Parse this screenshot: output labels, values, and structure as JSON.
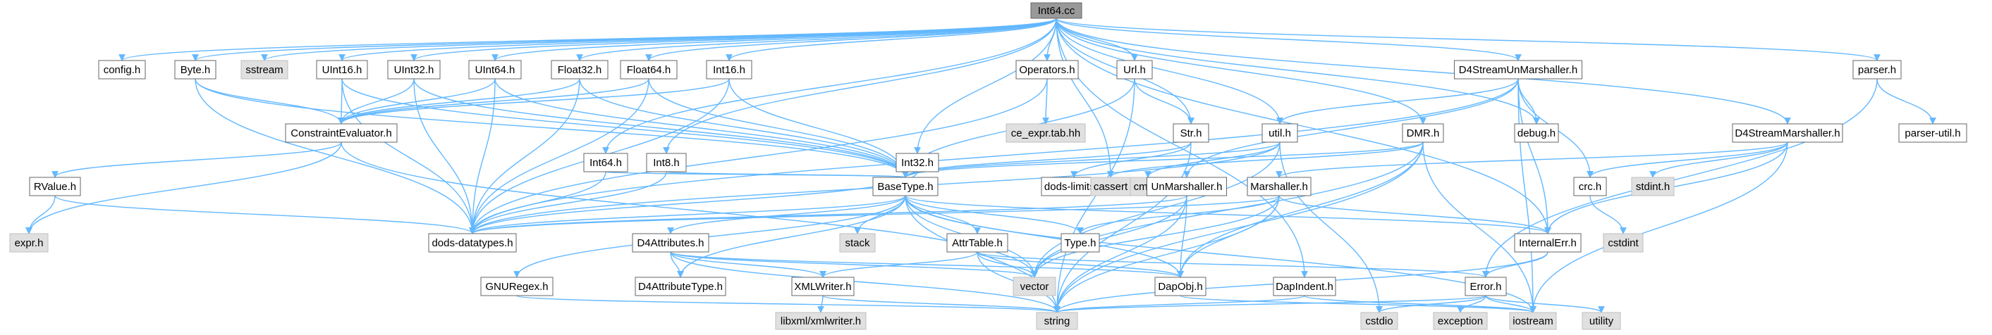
{
  "title": "Int64.cc",
  "colors": {
    "edge": "#63b8ff",
    "node_border": "#666666",
    "node_fill": "#ffffff",
    "system_fill": "#e0e0e0",
    "root_fill": "#999999"
  },
  "nodes": {
    "Int64.cc": "Int64.cc",
    "config.h": "config.h",
    "Byte.h": "Byte.h",
    "sstream": "sstream",
    "UInt16.h": "UInt16.h",
    "UInt32.h": "UInt32.h",
    "UInt64.h": "UInt64.h",
    "Float32.h": "Float32.h",
    "Float64.h": "Float64.h",
    "Int16.h": "Int16.h",
    "Operators.h": "Operators.h",
    "Url.h": "Url.h",
    "D4StreamUnMarshaller.h": "D4StreamUnMarshaller.h",
    "parser.h": "parser.h",
    "ConstraintEvaluator.h": "ConstraintEvaluator.h",
    "Int64.h": "Int64.h",
    "Int8.h": "Int8.h",
    "Int32.h": "Int32.h",
    "ce_expr.tab.hh": "ce_expr.tab.hh",
    "Str.h": "Str.h",
    "util.h": "util.h",
    "DMR.h": "DMR.h",
    "debug.h": "debug.h",
    "D4StreamMarshaller.h": "D4StreamMarshaller.h",
    "parser-util.h": "parser-util.h",
    "RValue.h": "RValue.h",
    "BaseType.h": "BaseType.h",
    "dods-limits.h": "dods-limits.h",
    "cmath": "cmath",
    "cassert": "cassert",
    "UnMarshaller.h": "UnMarshaller.h",
    "Marshaller.h": "Marshaller.h",
    "crc.h": "crc.h",
    "stdint.h": "stdint.h",
    "expr.h": "expr.h",
    "dods-datatypes.h": "dods-datatypes.h",
    "stack": "stack",
    "Type.h": "Type.h",
    "InternalErr.h": "InternalErr.h",
    "cstdint": "cstdint",
    "GNURegex.h": "GNURegex.h",
    "D4Attributes.h": "D4Attributes.h",
    "AttrTable.h": "AttrTable.h",
    "D4AttributeType.h": "D4AttributeType.h",
    "XMLWriter.h": "XMLWriter.h",
    "vector": "vector",
    "DapObj.h": "DapObj.h",
    "DapIndent.h": "DapIndent.h",
    "Error.h": "Error.h",
    "libxml/xmlwriter.h": "libxml/xmlwriter.h",
    "string": "string",
    "cstdio": "cstdio",
    "exception": "exception",
    "iostream": "iostream",
    "utility": "utility"
  },
  "edges": [
    [
      "Int64.cc",
      "config.h"
    ],
    [
      "Int64.cc",
      "Byte.h"
    ],
    [
      "Int64.cc",
      "sstream"
    ],
    [
      "Int64.cc",
      "UInt16.h"
    ],
    [
      "Int64.cc",
      "UInt32.h"
    ],
    [
      "Int64.cc",
      "UInt64.h"
    ],
    [
      "Int64.cc",
      "Float32.h"
    ],
    [
      "Int64.cc",
      "Float64.h"
    ],
    [
      "Int64.cc",
      "Int16.h"
    ],
    [
      "Int64.cc",
      "Operators.h"
    ],
    [
      "Int64.cc",
      "Url.h"
    ],
    [
      "Int64.cc",
      "D4StreamUnMarshaller.h"
    ],
    [
      "Int64.cc",
      "parser.h"
    ],
    [
      "Int64.cc",
      "Int64.h"
    ],
    [
      "Int64.cc",
      "Int8.h"
    ],
    [
      "Int64.cc",
      "Int32.h"
    ],
    [
      "Int64.cc",
      "Str.h"
    ],
    [
      "Int64.cc",
      "util.h"
    ],
    [
      "Int64.cc",
      "DMR.h"
    ],
    [
      "Int64.cc",
      "debug.h"
    ],
    [
      "Int64.cc",
      "D4StreamMarshaller.h"
    ],
    [
      "Int64.cc",
      "cassert"
    ],
    [
      "Int64.cc",
      "InternalErr.h"
    ],
    [
      "Int64.cc",
      "DapIndent.h"
    ],
    [
      "Byte.h",
      "ConstraintEvaluator.h"
    ],
    [
      "Byte.h",
      "BaseType.h"
    ],
    [
      "Byte.h",
      "dods-datatypes.h"
    ],
    [
      "UInt16.h",
      "ConstraintEvaluator.h"
    ],
    [
      "UInt16.h",
      "BaseType.h"
    ],
    [
      "UInt16.h",
      "dods-datatypes.h"
    ],
    [
      "UInt32.h",
      "ConstraintEvaluator.h"
    ],
    [
      "UInt32.h",
      "BaseType.h"
    ],
    [
      "UInt32.h",
      "dods-datatypes.h"
    ],
    [
      "UInt64.h",
      "ConstraintEvaluator.h"
    ],
    [
      "UInt64.h",
      "BaseType.h"
    ],
    [
      "UInt64.h",
      "dods-datatypes.h"
    ],
    [
      "Float32.h",
      "ConstraintEvaluator.h"
    ],
    [
      "Float32.h",
      "BaseType.h"
    ],
    [
      "Float32.h",
      "dods-datatypes.h"
    ],
    [
      "Float64.h",
      "ConstraintEvaluator.h"
    ],
    [
      "Float64.h",
      "BaseType.h"
    ],
    [
      "Float64.h",
      "dods-datatypes.h"
    ],
    [
      "Int16.h",
      "ConstraintEvaluator.h"
    ],
    [
      "Int16.h",
      "BaseType.h"
    ],
    [
      "Int16.h",
      "dods-datatypes.h"
    ],
    [
      "Operators.h",
      "ce_expr.tab.hh"
    ],
    [
      "Operators.h",
      "dods-datatypes.h"
    ],
    [
      "Url.h",
      "Str.h"
    ],
    [
      "Url.h",
      "BaseType.h"
    ],
    [
      "Url.h",
      "string"
    ],
    [
      "D4StreamUnMarshaller.h",
      "util.h"
    ],
    [
      "D4StreamUnMarshaller.h",
      "debug.h"
    ],
    [
      "D4StreamUnMarshaller.h",
      "UnMarshaller.h"
    ],
    [
      "D4StreamUnMarshaller.h",
      "crc.h"
    ],
    [
      "D4StreamUnMarshaller.h",
      "InternalErr.h"
    ],
    [
      "D4StreamUnMarshaller.h",
      "dods-datatypes.h"
    ],
    [
      "D4StreamUnMarshaller.h",
      "iostream"
    ],
    [
      "parser.h",
      "parser-util.h"
    ],
    [
      "parser.h",
      "Error.h"
    ],
    [
      "ConstraintEvaluator.h",
      "RValue.h"
    ],
    [
      "ConstraintEvaluator.h",
      "expr.h"
    ],
    [
      "ConstraintEvaluator.h",
      "vector"
    ],
    [
      "Int64.h",
      "BaseType.h"
    ],
    [
      "Int64.h",
      "dods-datatypes.h"
    ],
    [
      "Int8.h",
      "BaseType.h"
    ],
    [
      "Int8.h",
      "dods-datatypes.h"
    ],
    [
      "Int32.h",
      "BaseType.h"
    ],
    [
      "Int32.h",
      "dods-datatypes.h"
    ],
    [
      "Str.h",
      "BaseType.h"
    ],
    [
      "Str.h",
      "dods-limits.h"
    ],
    [
      "Str.h",
      "string"
    ],
    [
      "util.h",
      "BaseType.h"
    ],
    [
      "util.h",
      "cmath"
    ],
    [
      "util.h",
      "dods-datatypes.h"
    ],
    [
      "util.h",
      "vector"
    ],
    [
      "util.h",
      "cstdio"
    ],
    [
      "DMR.h",
      "BaseType.h"
    ],
    [
      "DMR.h",
      "DapObj.h"
    ],
    [
      "DMR.h",
      "vector"
    ],
    [
      "DMR.h",
      "cassert"
    ],
    [
      "DMR.h",
      "string"
    ],
    [
      "DMR.h",
      "iostream"
    ],
    [
      "D4StreamMarshaller.h",
      "Marshaller.h"
    ],
    [
      "D4StreamMarshaller.h",
      "crc.h"
    ],
    [
      "D4StreamMarshaller.h",
      "stdint.h"
    ],
    [
      "D4StreamMarshaller.h",
      "InternalErr.h"
    ],
    [
      "D4StreamMarshaller.h",
      "iostream"
    ],
    [
      "RValue.h",
      "expr.h"
    ],
    [
      "RValue.h",
      "dods-datatypes.h"
    ],
    [
      "BaseType.h",
      "dods-datatypes.h"
    ],
    [
      "BaseType.h",
      "stack"
    ],
    [
      "BaseType.h",
      "Type.h"
    ],
    [
      "BaseType.h",
      "InternalErr.h"
    ],
    [
      "BaseType.h",
      "GNURegex.h"
    ],
    [
      "BaseType.h",
      "D4Attributes.h"
    ],
    [
      "BaseType.h",
      "AttrTable.h"
    ],
    [
      "BaseType.h",
      "D4AttributeType.h"
    ],
    [
      "BaseType.h",
      "vector"
    ],
    [
      "BaseType.h",
      "DapObj.h"
    ],
    [
      "BaseType.h",
      "string"
    ],
    [
      "BaseType.h",
      "iostream"
    ],
    [
      "UnMarshaller.h",
      "dods-datatypes.h"
    ],
    [
      "UnMarshaller.h",
      "vector"
    ],
    [
      "UnMarshaller.h",
      "DapObj.h"
    ],
    [
      "UnMarshaller.h",
      "string"
    ],
    [
      "Marshaller.h",
      "Type.h"
    ],
    [
      "Marshaller.h",
      "InternalErr.h"
    ],
    [
      "Marshaller.h",
      "vector"
    ],
    [
      "Marshaller.h",
      "DapObj.h"
    ],
    [
      "Marshaller.h",
      "string"
    ],
    [
      "Marshaller.h",
      "dods-datatypes.h"
    ],
    [
      "crc.h",
      "cstdint"
    ],
    [
      "InternalErr.h",
      "Error.h"
    ],
    [
      "InternalErr.h",
      "string"
    ],
    [
      "GNURegex.h",
      "string"
    ],
    [
      "D4Attributes.h",
      "D4AttributeType.h"
    ],
    [
      "D4Attributes.h",
      "XMLWriter.h"
    ],
    [
      "D4Attributes.h",
      "vector"
    ],
    [
      "D4Attributes.h",
      "DapObj.h"
    ],
    [
      "D4Attributes.h",
      "string"
    ],
    [
      "AttrTable.h",
      "XMLWriter.h"
    ],
    [
      "AttrTable.h",
      "vector"
    ],
    [
      "AttrTable.h",
      "DapObj.h"
    ],
    [
      "AttrTable.h",
      "Error.h"
    ],
    [
      "AttrTable.h",
      "string"
    ],
    [
      "XMLWriter.h",
      "libxml/xmlwriter.h"
    ],
    [
      "XMLWriter.h",
      "string"
    ],
    [
      "DapObj.h",
      "iostream"
    ],
    [
      "DapIndent.h",
      "string"
    ],
    [
      "DapIndent.h",
      "iostream"
    ],
    [
      "Error.h",
      "string"
    ],
    [
      "Error.h",
      "cstdio"
    ],
    [
      "Error.h",
      "exception"
    ],
    [
      "Error.h",
      "iostream"
    ],
    [
      "Error.h",
      "utility"
    ]
  ]
}
